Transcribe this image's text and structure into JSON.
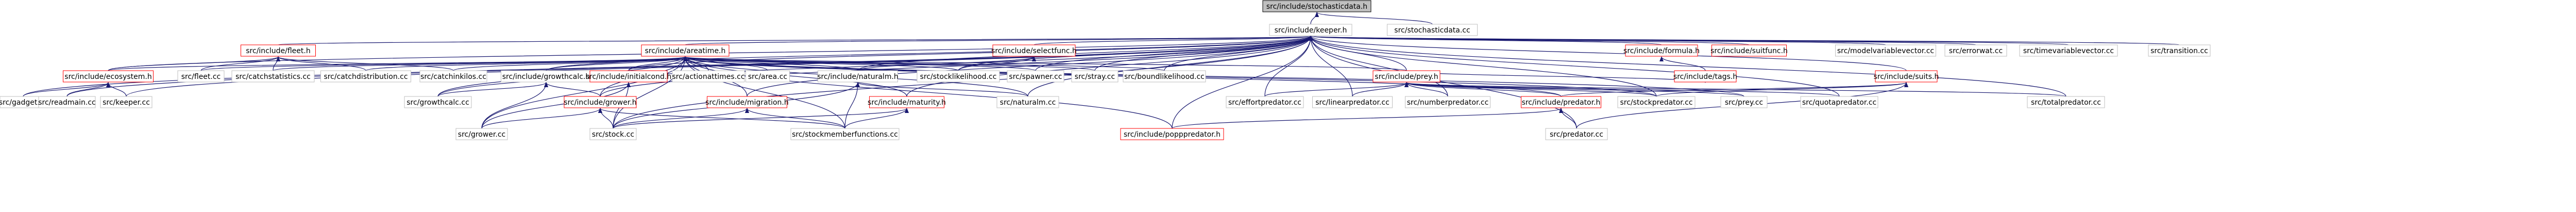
{
  "colors": {
    "edge": "#191970",
    "border_normal": "#000000",
    "border_link": "#bfbfbf",
    "border_red": "#ff0000",
    "fill_root": "#bfbfbf",
    "fill_normal": "#ffffff",
    "text": "#000000"
  },
  "nodes": [
    {
      "id": "stochasticdata_h",
      "label": "src/include/stochasticdata.h",
      "style": "root"
    },
    {
      "id": "keeper_h",
      "label": "src/include/keeper.h",
      "style": "normal"
    },
    {
      "id": "stochasticdata_cc",
      "label": "src/stochasticdata.cc",
      "style": "normal"
    },
    {
      "id": "fleet_h",
      "label": "src/include/fleet.h",
      "style": "red"
    },
    {
      "id": "areatime_h",
      "label": "src/include/areatime.h",
      "style": "red"
    },
    {
      "id": "selectfunc_h",
      "label": "src/include/selectfunc.h",
      "style": "red"
    },
    {
      "id": "formula_h",
      "label": "src/include/formula.h",
      "style": "red"
    },
    {
      "id": "suitfunc_h",
      "label": "src/include/suitfunc.h",
      "style": "red"
    },
    {
      "id": "modelvariablevector_cc",
      "label": "src/modelvariablevector.cc",
      "style": "normal"
    },
    {
      "id": "errorwat_cc",
      "label": "src/errorwat.cc",
      "style": "normal"
    },
    {
      "id": "timevariablevector_cc",
      "label": "src/timevariablevector.cc",
      "style": "normal"
    },
    {
      "id": "transition_cc",
      "label": "src/transition.cc",
      "style": "normal"
    },
    {
      "id": "ecosystem_h",
      "label": "src/include/ecosystem.h",
      "style": "red"
    },
    {
      "id": "fleet_cc",
      "label": "src/fleet.cc",
      "style": "normal"
    },
    {
      "id": "catchstatistics_cc",
      "label": "src/catchstatistics.cc",
      "style": "normal"
    },
    {
      "id": "catchdistribution_cc",
      "label": "src/catchdistribution.cc",
      "style": "normal"
    },
    {
      "id": "catchinkilos_cc",
      "label": "src/catchinkilos.cc",
      "style": "normal"
    },
    {
      "id": "growthcalc_h",
      "label": "src/include/growthcalc.h",
      "style": "normal"
    },
    {
      "id": "initialcond_h",
      "label": "src/include/initialcond.h",
      "style": "red"
    },
    {
      "id": "actionattimes_cc",
      "label": "src/actionattimes.cc",
      "style": "normal"
    },
    {
      "id": "area_cc",
      "label": "src/area.cc",
      "style": "normal"
    },
    {
      "id": "naturalm_h",
      "label": "src/include/naturalm.h",
      "style": "normal"
    },
    {
      "id": "stocklikelihood_cc",
      "label": "src/stocklikelihood.cc",
      "style": "normal"
    },
    {
      "id": "spawner_cc",
      "label": "src/spawner.cc",
      "style": "normal"
    },
    {
      "id": "stray_cc",
      "label": "src/stray.cc",
      "style": "normal"
    },
    {
      "id": "boundlikelihood_cc",
      "label": "src/boundlikelihood.cc",
      "style": "normal"
    },
    {
      "id": "prey_h",
      "label": "src/include/prey.h",
      "style": "red"
    },
    {
      "id": "tags_h",
      "label": "src/include/tags.h",
      "style": "red"
    },
    {
      "id": "suits_h",
      "label": "src/include/suits.h",
      "style": "red"
    },
    {
      "id": "gadget_cc",
      "label": "src/gadget.cc",
      "style": "normal"
    },
    {
      "id": "readmain_cc",
      "label": "src/readmain.cc",
      "style": "normal"
    },
    {
      "id": "keeper_cc",
      "label": "src/keeper.cc",
      "style": "normal"
    },
    {
      "id": "growthcalc_cc",
      "label": "src/growthcalc.cc",
      "style": "normal"
    },
    {
      "id": "grower_h",
      "label": "src/include/grower.h",
      "style": "red"
    },
    {
      "id": "migration_h",
      "label": "src/include/migration.h",
      "style": "red"
    },
    {
      "id": "maturity_h",
      "label": "src/include/maturity.h",
      "style": "red"
    },
    {
      "id": "naturalm_cc",
      "label": "src/naturalm.cc",
      "style": "normal"
    },
    {
      "id": "effortpredator_cc",
      "label": "src/effortpredator.cc",
      "style": "normal"
    },
    {
      "id": "linearpredator_cc",
      "label": "src/linearpredator.cc",
      "style": "normal"
    },
    {
      "id": "numberpredator_cc",
      "label": "src/numberpredator.cc",
      "style": "normal"
    },
    {
      "id": "predator_h",
      "label": "src/include/predator.h",
      "style": "red"
    },
    {
      "id": "stockpredator_cc",
      "label": "src/stockpredator.cc",
      "style": "normal"
    },
    {
      "id": "prey_cc",
      "label": "src/prey.cc",
      "style": "normal"
    },
    {
      "id": "quotapredator_cc",
      "label": "src/quotapredator.cc",
      "style": "normal"
    },
    {
      "id": "totalpredator_cc",
      "label": "src/totalpredator.cc",
      "style": "normal"
    },
    {
      "id": "grower_cc",
      "label": "src/grower.cc",
      "style": "normal"
    },
    {
      "id": "stock_cc",
      "label": "src/stock.cc",
      "style": "normal"
    },
    {
      "id": "stockmemberfunctions_cc",
      "label": "src/stockmemberfunctions.cc",
      "style": "normal"
    },
    {
      "id": "popppredator_h",
      "label": "src/include/popppredator.h",
      "style": "red"
    },
    {
      "id": "predator_cc",
      "label": "src/predator.cc",
      "style": "normal"
    }
  ],
  "edges": [
    [
      "keeper_h",
      "stochasticdata_h"
    ],
    [
      "stochasticdata_cc",
      "stochasticdata_h"
    ],
    [
      "fleet_h",
      "keeper_h"
    ],
    [
      "areatime_h",
      "keeper_h"
    ],
    [
      "selectfunc_h",
      "keeper_h"
    ],
    [
      "formula_h",
      "keeper_h"
    ],
    [
      "suitfunc_h",
      "keeper_h"
    ],
    [
      "modelvariablevector_cc",
      "keeper_h"
    ],
    [
      "errorwat_cc",
      "keeper_h"
    ],
    [
      "timevariablevector_cc",
      "keeper_h"
    ],
    [
      "transition_cc",
      "keeper_h"
    ],
    [
      "ecosystem_h",
      "keeper_h"
    ],
    [
      "gadget_cc",
      "keeper_h"
    ],
    [
      "readmain_cc",
      "keeper_h"
    ],
    [
      "keeper_cc",
      "keeper_h"
    ],
    [
      "growthcalc_h",
      "keeper_h"
    ],
    [
      "initialcond_h",
      "keeper_h"
    ],
    [
      "naturalm_h",
      "keeper_h"
    ],
    [
      "stocklikelihood_cc",
      "keeper_h"
    ],
    [
      "spawner_cc",
      "keeper_h"
    ],
    [
      "stray_cc",
      "keeper_h"
    ],
    [
      "boundlikelihood_cc",
      "keeper_h"
    ],
    [
      "prey_h",
      "keeper_h"
    ],
    [
      "suits_h",
      "keeper_h"
    ],
    [
      "grower_h",
      "keeper_h"
    ],
    [
      "migration_h",
      "keeper_h"
    ],
    [
      "maturity_h",
      "keeper_h"
    ],
    [
      "effortpredator_cc",
      "keeper_h"
    ],
    [
      "linearpredator_cc",
      "keeper_h"
    ],
    [
      "numberpredator_cc",
      "keeper_h"
    ],
    [
      "stockpredator_cc",
      "keeper_h"
    ],
    [
      "quotapredator_cc",
      "keeper_h"
    ],
    [
      "totalpredator_cc",
      "keeper_h"
    ],
    [
      "predator_cc",
      "keeper_h"
    ],
    [
      "popppredator_h",
      "keeper_h"
    ],
    [
      "stock_cc",
      "keeper_h"
    ],
    [
      "growthcalc_cc",
      "keeper_h"
    ],
    [
      "naturalm_cc",
      "keeper_h"
    ],
    [
      "ecosystem_h",
      "fleet_h"
    ],
    [
      "fleet_cc",
      "fleet_h"
    ],
    [
      "catchstatistics_cc",
      "fleet_h"
    ],
    [
      "catchdistribution_cc",
      "fleet_h"
    ],
    [
      "catchinkilos_cc",
      "fleet_h"
    ],
    [
      "ecosystem_h",
      "areatime_h"
    ],
    [
      "fleet_cc",
      "areatime_h"
    ],
    [
      "catchstatistics_cc",
      "areatime_h"
    ],
    [
      "catchdistribution_cc",
      "areatime_h"
    ],
    [
      "catchinkilos_cc",
      "areatime_h"
    ],
    [
      "growthcalc_h",
      "areatime_h"
    ],
    [
      "initialcond_h",
      "areatime_h"
    ],
    [
      "actionattimes_cc",
      "areatime_h"
    ],
    [
      "area_cc",
      "areatime_h"
    ],
    [
      "naturalm_h",
      "areatime_h"
    ],
    [
      "stocklikelihood_cc",
      "areatime_h"
    ],
    [
      "spawner_cc",
      "areatime_h"
    ],
    [
      "stray_cc",
      "areatime_h"
    ],
    [
      "boundlikelihood_cc",
      "areatime_h"
    ],
    [
      "prey_h",
      "areatime_h"
    ],
    [
      "grower_h",
      "areatime_h"
    ],
    [
      "migration_h",
      "areatime_h"
    ],
    [
      "maturity_h",
      "areatime_h"
    ],
    [
      "growthcalc_cc",
      "areatime_h"
    ],
    [
      "stock_cc",
      "areatime_h"
    ],
    [
      "stockpredator_cc",
      "areatime_h"
    ],
    [
      "prey_cc",
      "areatime_h"
    ],
    [
      "grower_cc",
      "areatime_h"
    ],
    [
      "stockmemberfunctions_cc",
      "areatime_h"
    ],
    [
      "popppredator_h",
      "areatime_h"
    ],
    [
      "predator_h",
      "areatime_h"
    ],
    [
      "naturalm_cc",
      "areatime_h"
    ],
    [
      "naturalm_h",
      "selectfunc_h"
    ],
    [
      "stocklikelihood_cc",
      "selectfunc_h"
    ],
    [
      "tags_h",
      "formula_h"
    ],
    [
      "prey_h",
      "tags_h"
    ],
    [
      "gadget_cc",
      "ecosystem_h"
    ],
    [
      "readmain_cc",
      "ecosystem_h"
    ],
    [
      "keeper_cc",
      "ecosystem_h"
    ],
    [
      "growthcalc_cc",
      "growthcalc_h"
    ],
    [
      "grower_h",
      "growthcalc_h"
    ],
    [
      "grower_cc",
      "growthcalc_h"
    ],
    [
      "stock_cc",
      "initialcond_h"
    ],
    [
      "grower_cc",
      "initialcond_h"
    ],
    [
      "naturalm_cc",
      "naturalm_h"
    ],
    [
      "stock_cc",
      "naturalm_h"
    ],
    [
      "stockmemberfunctions_cc",
      "naturalm_h"
    ],
    [
      "predator_h",
      "prey_h"
    ],
    [
      "prey_cc",
      "prey_h"
    ],
    [
      "stockpredator_cc",
      "prey_h"
    ],
    [
      "effortpredator_cc",
      "prey_h"
    ],
    [
      "linearpredator_cc",
      "prey_h"
    ],
    [
      "numberpredator_cc",
      "prey_h"
    ],
    [
      "quotapredator_cc",
      "prey_h"
    ],
    [
      "totalpredator_cc",
      "prey_h"
    ],
    [
      "predator_h",
      "suits_h"
    ],
    [
      "predator_cc",
      "suits_h"
    ],
    [
      "stockpredator_cc",
      "suits_h"
    ],
    [
      "grower_cc",
      "grower_h"
    ],
    [
      "stock_cc",
      "grower_h"
    ],
    [
      "stockmemberfunctions_cc",
      "grower_h"
    ],
    [
      "stock_cc",
      "migration_h"
    ],
    [
      "stockmemberfunctions_cc",
      "migration_h"
    ],
    [
      "stock_cc",
      "maturity_h"
    ],
    [
      "stockmemberfunctions_cc",
      "maturity_h"
    ],
    [
      "popppredator_h",
      "predator_h"
    ],
    [
      "predator_cc",
      "predator_h"
    ]
  ]
}
